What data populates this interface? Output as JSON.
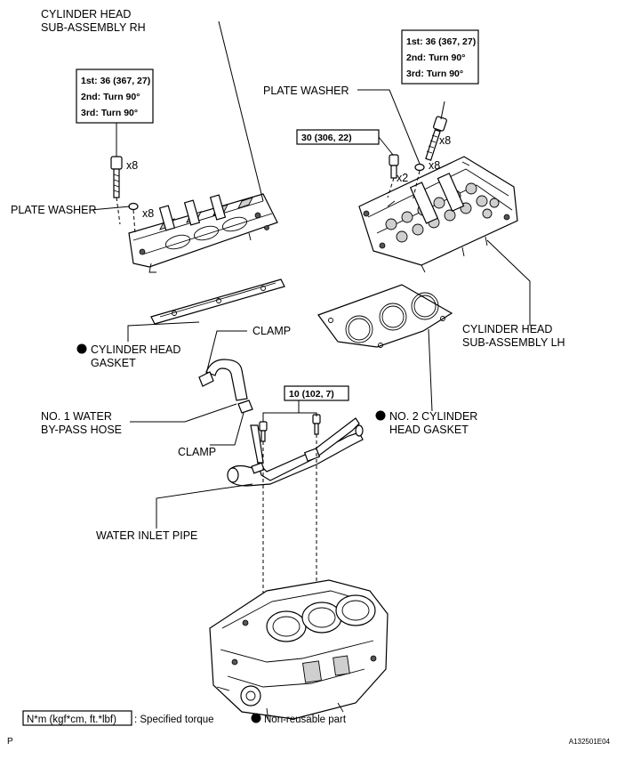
{
  "labels": {
    "cyl_head_rh_1": "CYLINDER HEAD",
    "cyl_head_rh_2": "SUB-ASSEMBLY RH",
    "cyl_head_lh_1": "CYLINDER HEAD",
    "cyl_head_lh_2": "SUB-ASSEMBLY LH",
    "plate_washer_left": "PLATE WASHER",
    "plate_washer_right": "PLATE WASHER",
    "cyl_head_gasket_1": "CYLINDER HEAD",
    "cyl_head_gasket_2": "GASKET",
    "no2_gasket_1": "NO. 2 CYLINDER",
    "no2_gasket_2": "HEAD GASKET",
    "clamp_top": "CLAMP",
    "clamp_bottom": "CLAMP",
    "bypass_hose_1": "NO. 1 WATER",
    "bypass_hose_2": "BY-PASS HOSE",
    "water_inlet_pipe": "WATER INLET PIPE"
  },
  "quantities": {
    "rh_bolt": "x8",
    "rh_washer": "x8",
    "lh_bolt": "x8",
    "lh_washer": "x8",
    "lh_short_bolt": "x2"
  },
  "torque_boxes": {
    "rh_head_bolt": [
      "1st: 36 (367, 27)",
      "2nd: Turn 90°",
      "3rd: Turn 90°"
    ],
    "lh_head_bolt": [
      "1st: 36 (367, 27)",
      "2nd: Turn 90°",
      "3rd: Turn 90°"
    ],
    "lh_short_bolt": "30 (306, 22)",
    "pipe_bolts": "10 (102, 7)"
  },
  "legend": {
    "torque_unit": "N*m (kgf*cm, ft.*lbf)",
    "torque_desc": ": Specified torque",
    "non_reusable": "Non-reusable part"
  },
  "corner": {
    "left": "P",
    "right": "A132501E04"
  }
}
